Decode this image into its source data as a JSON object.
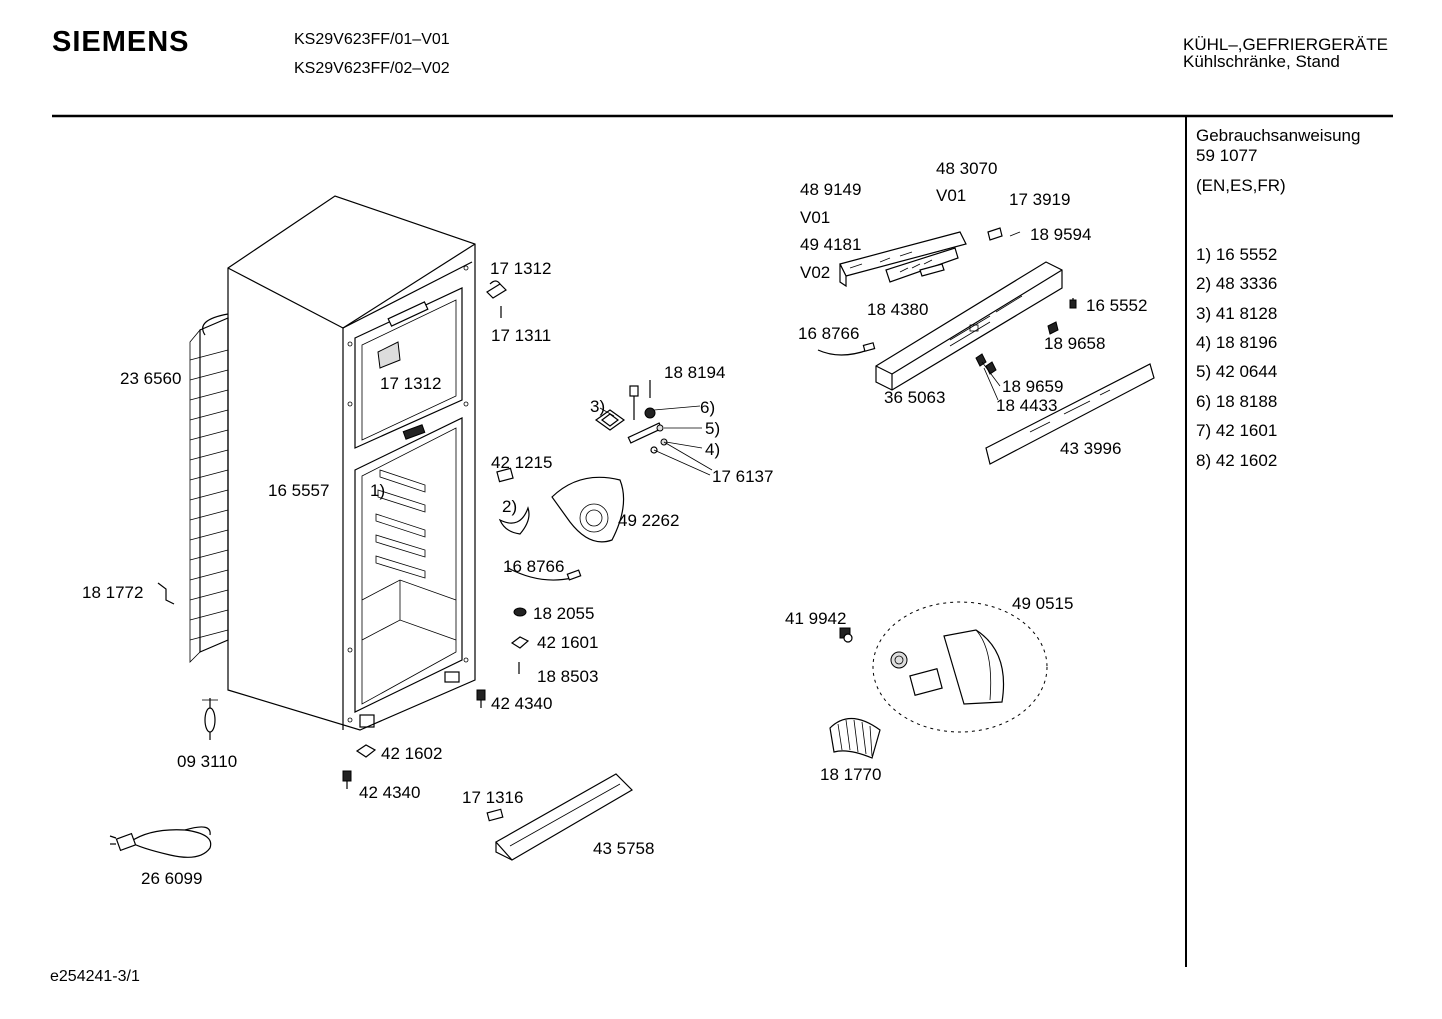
{
  "header": {
    "brand": "SIEMENS",
    "model_1": "KS29V623FF/01–V01",
    "model_2": "KS29V623FF/02–V02",
    "category_1": "KÜHL–,GEFRIERGERÄTE",
    "category_2": "Kühlschränke, Stand"
  },
  "sidebar": {
    "manual_label": "Gebrauchsanweisung",
    "manual_number": "59 1077",
    "languages": "(EN,ES,FR)",
    "legend": [
      "1) 16 5552",
      "2) 48 3336",
      "3) 41 8128",
      "4) 18 8196",
      "5) 42 0644",
      "6) 18 8188",
      "7) 42 1601",
      "8) 42 1602"
    ]
  },
  "parts": {
    "p236560": "23 6560",
    "p181772": "18 1772",
    "p093110": "09 3110",
    "p266099": "26 6099",
    "p171312a": "17 1312",
    "p171311": "17 1311",
    "p171312b": "17 1312",
    "p165557": "16 5557",
    "m1": "1)",
    "p421215": "42 1215",
    "m2": "2)",
    "p492262": "49 2262",
    "p168766a": "16 8766",
    "p182055": "18 2055",
    "p421601": "42 1601",
    "p188503": "18 8503",
    "p424340a": "42 4340",
    "p421602": "42 1602",
    "p424340b": "42 4340",
    "p171316": "17 1316",
    "p435758": "43 5758",
    "p188194": "18 8194",
    "m3": "3)",
    "m6": "6)",
    "m5": "5)",
    "m4": "4)",
    "p176137": "17 6137",
    "p489149": "48 9149",
    "v01a": "V01",
    "p494181": "49 4181",
    "v02": "V02",
    "p483070": "48 3070",
    "v01b": "V01",
    "p173919": "17 3919",
    "p189594": "18 9594",
    "p184380": "18 4380",
    "p165552": "16 5552",
    "p168766b": "16 8766",
    "p189658": "18 9658",
    "p365063": "36 5063",
    "p189659": "18 9659",
    "p184433": "18 4433",
    "p433996": "43 3996",
    "p419942": "41 9942",
    "p490515": "49 0515",
    "p181770": "18 1770"
  },
  "footer": {
    "drawing_id": "e254241-3/1"
  }
}
